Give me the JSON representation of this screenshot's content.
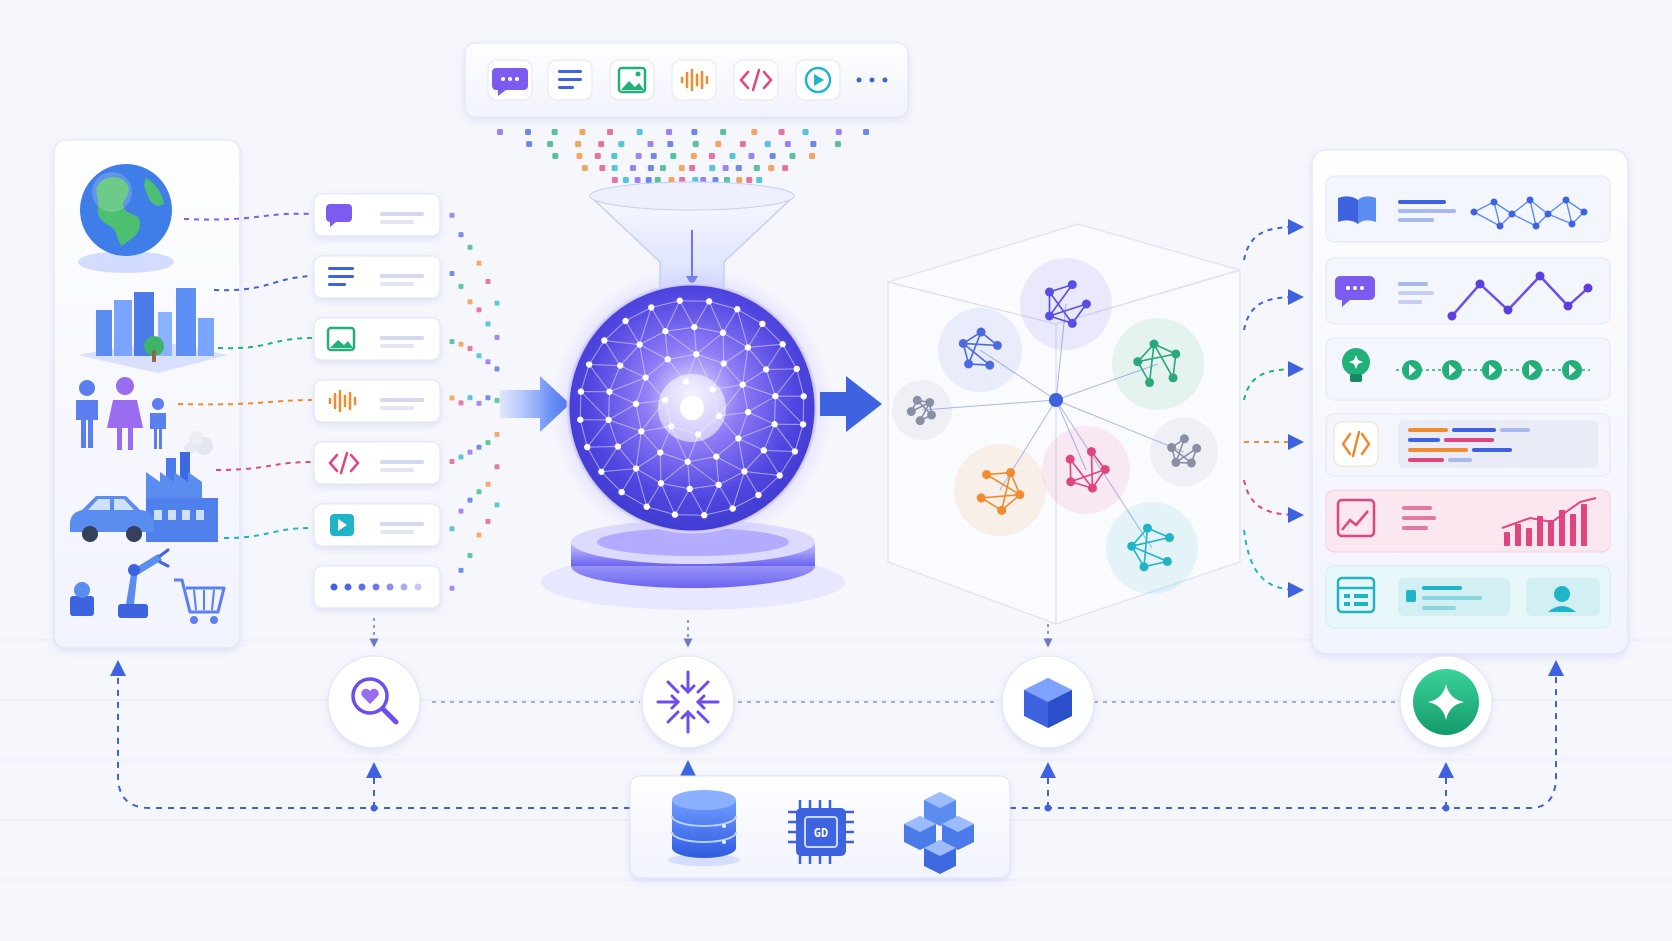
{
  "diagram": {
    "text_labels": {
      "gpu_chip_label": "GD"
    },
    "colors": {
      "background": "#f6f7fd",
      "accent_blue": "#3d63e0",
      "accent_purple": "#6d4cf0",
      "green": "#22b07a",
      "orange": "#f28a2e",
      "pink": "#e0457f",
      "teal": "#20b4c8",
      "gray": "#8a90a4"
    },
    "modality_bar": {
      "icons": [
        "chat-icon",
        "document-icon",
        "image-icon",
        "audio-icon",
        "code-icon",
        "video-icon",
        "more-icon"
      ]
    },
    "source_panel": {
      "icons": [
        "globe-icon",
        "city-icon",
        "people-icon",
        "factory-icon",
        "car-icon",
        "robot-arm-icon",
        "shopping-cart-icon"
      ]
    },
    "modality_cards": {
      "icons": [
        "chat-icon",
        "document-icon",
        "image-icon",
        "audio-icon",
        "code-icon",
        "video-icon",
        "more-dots-icon"
      ]
    },
    "core": {
      "icons": [
        "funnel-icon",
        "network-sphere-icon",
        "pedestal-icon"
      ]
    },
    "knowledge_cube": {
      "cluster_colors": [
        "#5a4de6",
        "#4a6ae0",
        "#2aa87a",
        "#8a90a4",
        "#f28a2e",
        "#e0457f",
        "#8a90a4",
        "#20b4c8"
      ]
    },
    "output_panel": {
      "rows": [
        {
          "icon": "book-icon",
          "visual": "network-graph"
        },
        {
          "icon": "chat-icon",
          "visual": "line-graph"
        },
        {
          "icon": "lightbulb-icon",
          "visual": "progress-steps"
        },
        {
          "icon": "code-icon",
          "visual": "code-lines"
        },
        {
          "icon": "chart-icon",
          "visual": "bar-chart"
        },
        {
          "icon": "dashboard-icon",
          "visual": "profile-card"
        }
      ]
    },
    "pipeline_nodes": {
      "icons": [
        "search-heart-icon",
        "compress-icon",
        "cube-icon",
        "sparkle-icon"
      ]
    },
    "infrastructure": {
      "icons": [
        "database-icon",
        "gpu-chip-icon",
        "blocks-icon"
      ]
    }
  }
}
